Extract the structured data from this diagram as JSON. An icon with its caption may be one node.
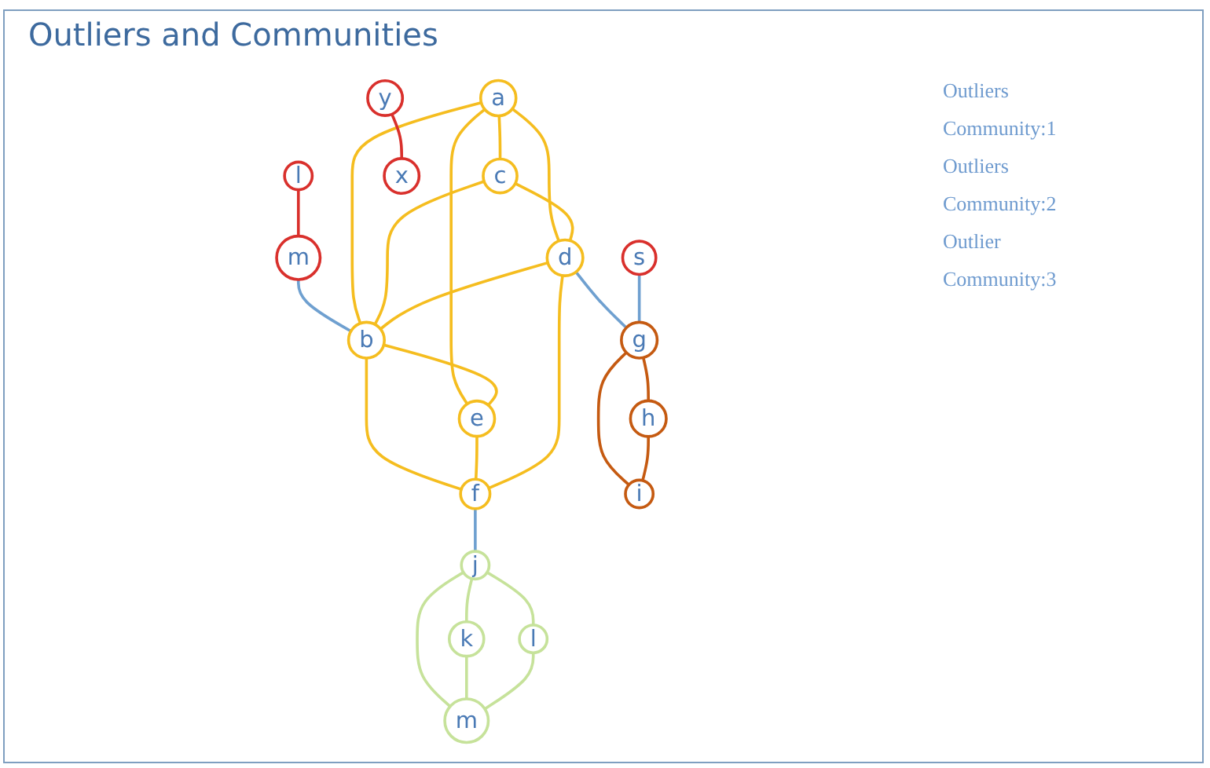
{
  "diagram": {
    "title": "Outliers and Communities",
    "nodes": [
      {
        "text": [
          "m"
        ]
      },
      {
        "text": [
          "l"
        ]
      },
      {
        "text": [
          "a"
        ]
      },
      {
        "text": [
          "e"
        ]
      },
      {
        "text": [
          "y"
        ]
      },
      {
        "text": [
          "c"
        ]
      },
      {
        "text": [
          "b"
        ]
      },
      {
        "text": [
          "f"
        ]
      },
      {
        "text": [
          "x"
        ]
      },
      {
        "text": [
          "d"
        ]
      },
      {
        "text": [
          "j"
        ]
      },
      {
        "text": [
          "s"
        ]
      },
      {
        "text": [
          "g"
        ]
      },
      {
        "text": [
          "h"
        ]
      },
      {
        "text": [
          "k"
        ]
      },
      {
        "text": [
          "l"
        ]
      },
      {
        "text": [
          "i"
        ]
      },
      {
        "text": [
          "m"
        ]
      }
    ],
    "edges": [
      {
        "from": 1,
        "to": 0,
        "arrow": "none",
        "color": "#d9302c"
      },
      {
        "from": 0,
        "to": 6,
        "arrow": "none",
        "color": "#6fa0d0"
      },
      {
        "from": 2,
        "to": 3,
        "arrow": "none"
      },
      {
        "from": 2,
        "to": 6,
        "arrow": "none"
      },
      {
        "from": 2,
        "to": 5,
        "arrow": "none"
      },
      {
        "from": 2,
        "to": 9,
        "arrow": "none"
      },
      {
        "from": 5,
        "to": 6,
        "arrow": "none"
      },
      {
        "from": 5,
        "to": 9,
        "arrow": "none"
      },
      {
        "from": 9,
        "to": 6,
        "arrow": "none"
      },
      {
        "from": 6,
        "to": 3,
        "arrow": "none"
      },
      {
        "from": 6,
        "to": 7,
        "arrow": "none"
      },
      {
        "from": 3,
        "to": 7,
        "arrow": "none"
      },
      {
        "from": 9,
        "to": 7,
        "arrow": "none"
      },
      {
        "from": 9,
        "to": 12,
        "arrow": "none",
        "color": "#6fa0d0"
      },
      {
        "from": 7,
        "to": 10,
        "arrow": "none",
        "color": "#6fa0d0"
      },
      {
        "from": 4,
        "to": 8,
        "arrow": "none",
        "color": "#d9302c"
      },
      {
        "from": 11,
        "to": 12,
        "arrow": "none",
        "color": "#6fa0d0"
      },
      {
        "from": 12,
        "to": 13,
        "arrow": "none",
        "color": "#c55a11"
      },
      {
        "from": 12,
        "to": 16,
        "arrow": "none",
        "color": "#c55a11"
      },
      {
        "from": 13,
        "to": 16,
        "arrow": "none",
        "color": "#c55a11"
      },
      {
        "from": 10,
        "to": 14,
        "arrow": "none",
        "color": "#c6e29a"
      },
      {
        "from": 10,
        "to": 15,
        "arrow": "none",
        "color": "#c6e29a"
      },
      {
        "from": 10,
        "to": 17,
        "arrow": "none",
        "color": "#c6e29a"
      },
      {
        "from": 14,
        "to": 17,
        "arrow": "none",
        "color": "#c6e29a"
      },
      {
        "from": 15,
        "to": 17,
        "arrow": "none",
        "color": "#c6e29a"
      }
    ],
    "labels": [
      "Outliers",
      "Community:1",
      "Outliers",
      "Community:2",
      "Outlier",
      "Community:3"
    ]
  }
}
